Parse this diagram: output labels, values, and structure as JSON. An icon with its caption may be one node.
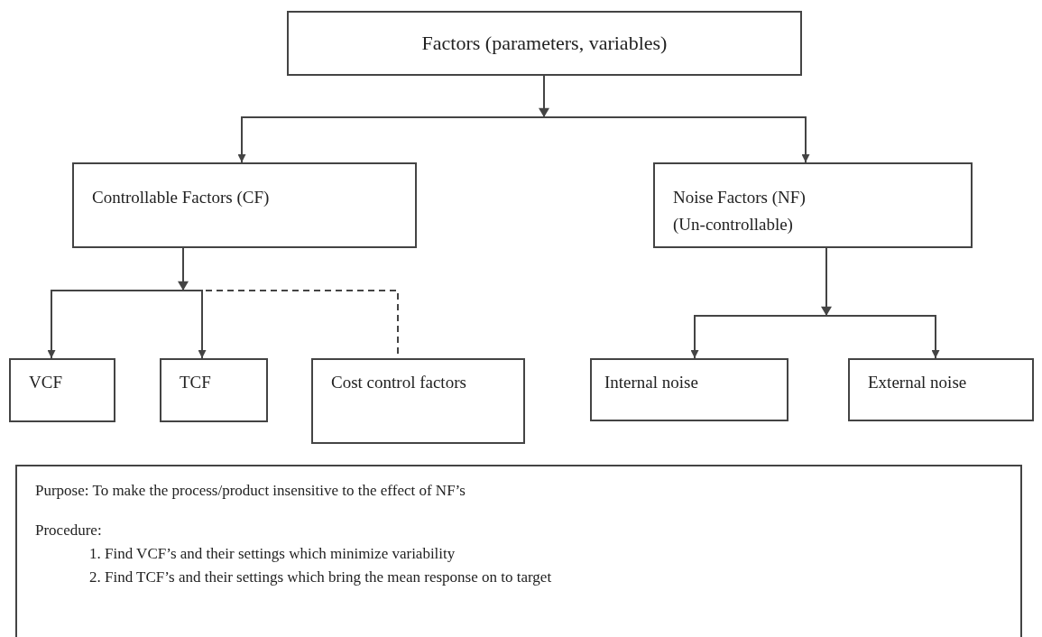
{
  "diagram": {
    "nodes": [
      {
        "text": [
          "Factors (parameters, variables)"
        ]
      },
      {
        "text": [
          "Controllable Factors (CF)"
        ]
      },
      {
        "text": [
          "Noise Factors (NF)",
          "(Un-controllable)"
        ]
      },
      {
        "text": [
          "VCF"
        ]
      },
      {
        "text": [
          "TCF"
        ]
      },
      {
        "text": [
          "Cost control factors"
        ]
      },
      {
        "text": [
          "Internal noise"
        ]
      },
      {
        "text": [
          "External noise"
        ]
      },
      {
        "text": [
          "Purpose: To make the process/product insensitive to the effect of NF’s",
          "Procedure:",
          "1. Find VCF’s and their settings which minimize variability",
          "2. Find TCF’s and their settings which bring the mean response on to target"
        ]
      }
    ],
    "edges": [
      {
        "from": 0,
        "to": 1,
        "arrow": "to"
      },
      {
        "from": 0,
        "to": 2,
        "arrow": "to"
      },
      {
        "from": 1,
        "to": 3,
        "arrow": "to"
      },
      {
        "from": 1,
        "to": 4,
        "arrow": "to"
      },
      {
        "from": 1,
        "to": 5,
        "arrow": "none",
        "style": "dashed"
      },
      {
        "from": 2,
        "to": 6,
        "arrow": "to"
      },
      {
        "from": 2,
        "to": 7,
        "arrow": "to"
      }
    ]
  }
}
